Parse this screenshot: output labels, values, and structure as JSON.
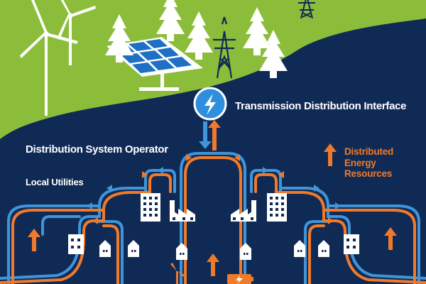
{
  "labels": {
    "interface": "Transmission Distribution Interface",
    "dso": "Distribution System Operator",
    "utilities": "Local Utilities",
    "der": [
      "Distributed",
      "Energy",
      "Resources"
    ]
  },
  "colors": {
    "sky_navy": "#102a56",
    "land_green": "#8cbd3a",
    "flow_orange": "#f07a2a",
    "flow_blue": "#3f95d8",
    "interface_blue": "#2f8fdc",
    "building_white": "#ffffff",
    "solar_blue": "#1f6fc4"
  },
  "icons": [
    "wind-turbine-icon",
    "solar-panel-icon",
    "pine-tree-icon",
    "transmission-tower-icon",
    "lightning-bolt-icon",
    "factory-icon",
    "office-building-icon",
    "house-icon",
    "battery-icon",
    "up-arrow-icon"
  ]
}
